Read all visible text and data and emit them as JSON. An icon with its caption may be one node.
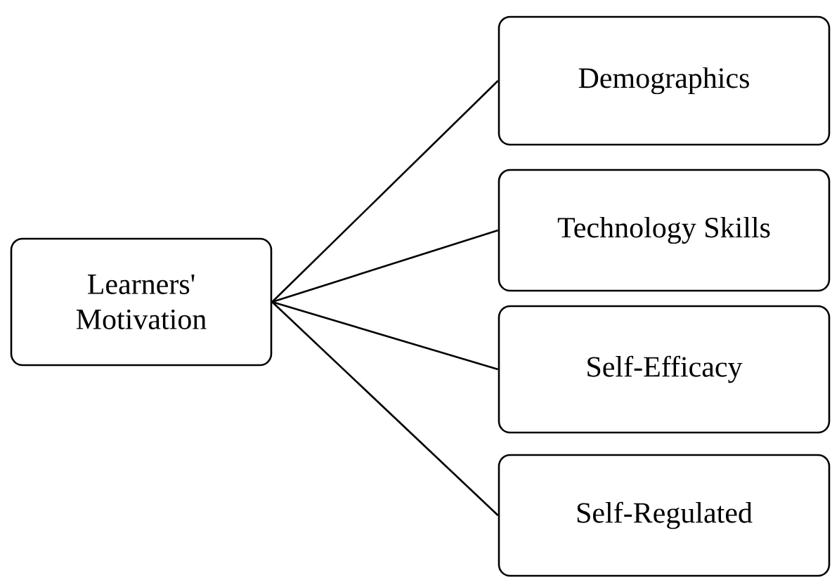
{
  "diagram": {
    "nodes": [
      {
        "text": [
          "Learners' Motivation"
        ]
      },
      {
        "text": [
          "Demographics"
        ]
      },
      {
        "text": [
          "Technology Skills"
        ]
      },
      {
        "text": [
          "Self-Efficacy"
        ]
      },
      {
        "text": [
          "Self-Regulated"
        ]
      }
    ],
    "edges": [
      {
        "from": 0,
        "to": 1,
        "arrow": "none"
      },
      {
        "from": 0,
        "to": 2,
        "arrow": "none"
      },
      {
        "from": 0,
        "to": 3,
        "arrow": "none"
      },
      {
        "from": 0,
        "to": 4,
        "arrow": "none"
      }
    ]
  }
}
